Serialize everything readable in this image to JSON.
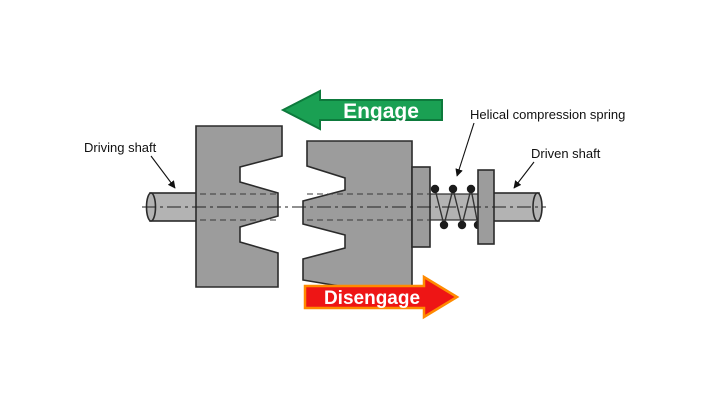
{
  "labels": {
    "driving_shaft": "Driving shaft",
    "helical_spring": "Helical compression spring",
    "driven_shaft": "Driven shaft"
  },
  "arrows": {
    "engage": {
      "label": "Engage",
      "color": "#1aa053",
      "border": "#0d7a3c"
    },
    "disengage": {
      "label": "Disengage",
      "color": "#ee1515",
      "border": "#ff8a00"
    }
  },
  "colors": {
    "clutch_body": "#9c9c9c",
    "shaft": "#b3b3b3",
    "spring_coil": "#1c1c1c",
    "background": "#ffffff"
  }
}
